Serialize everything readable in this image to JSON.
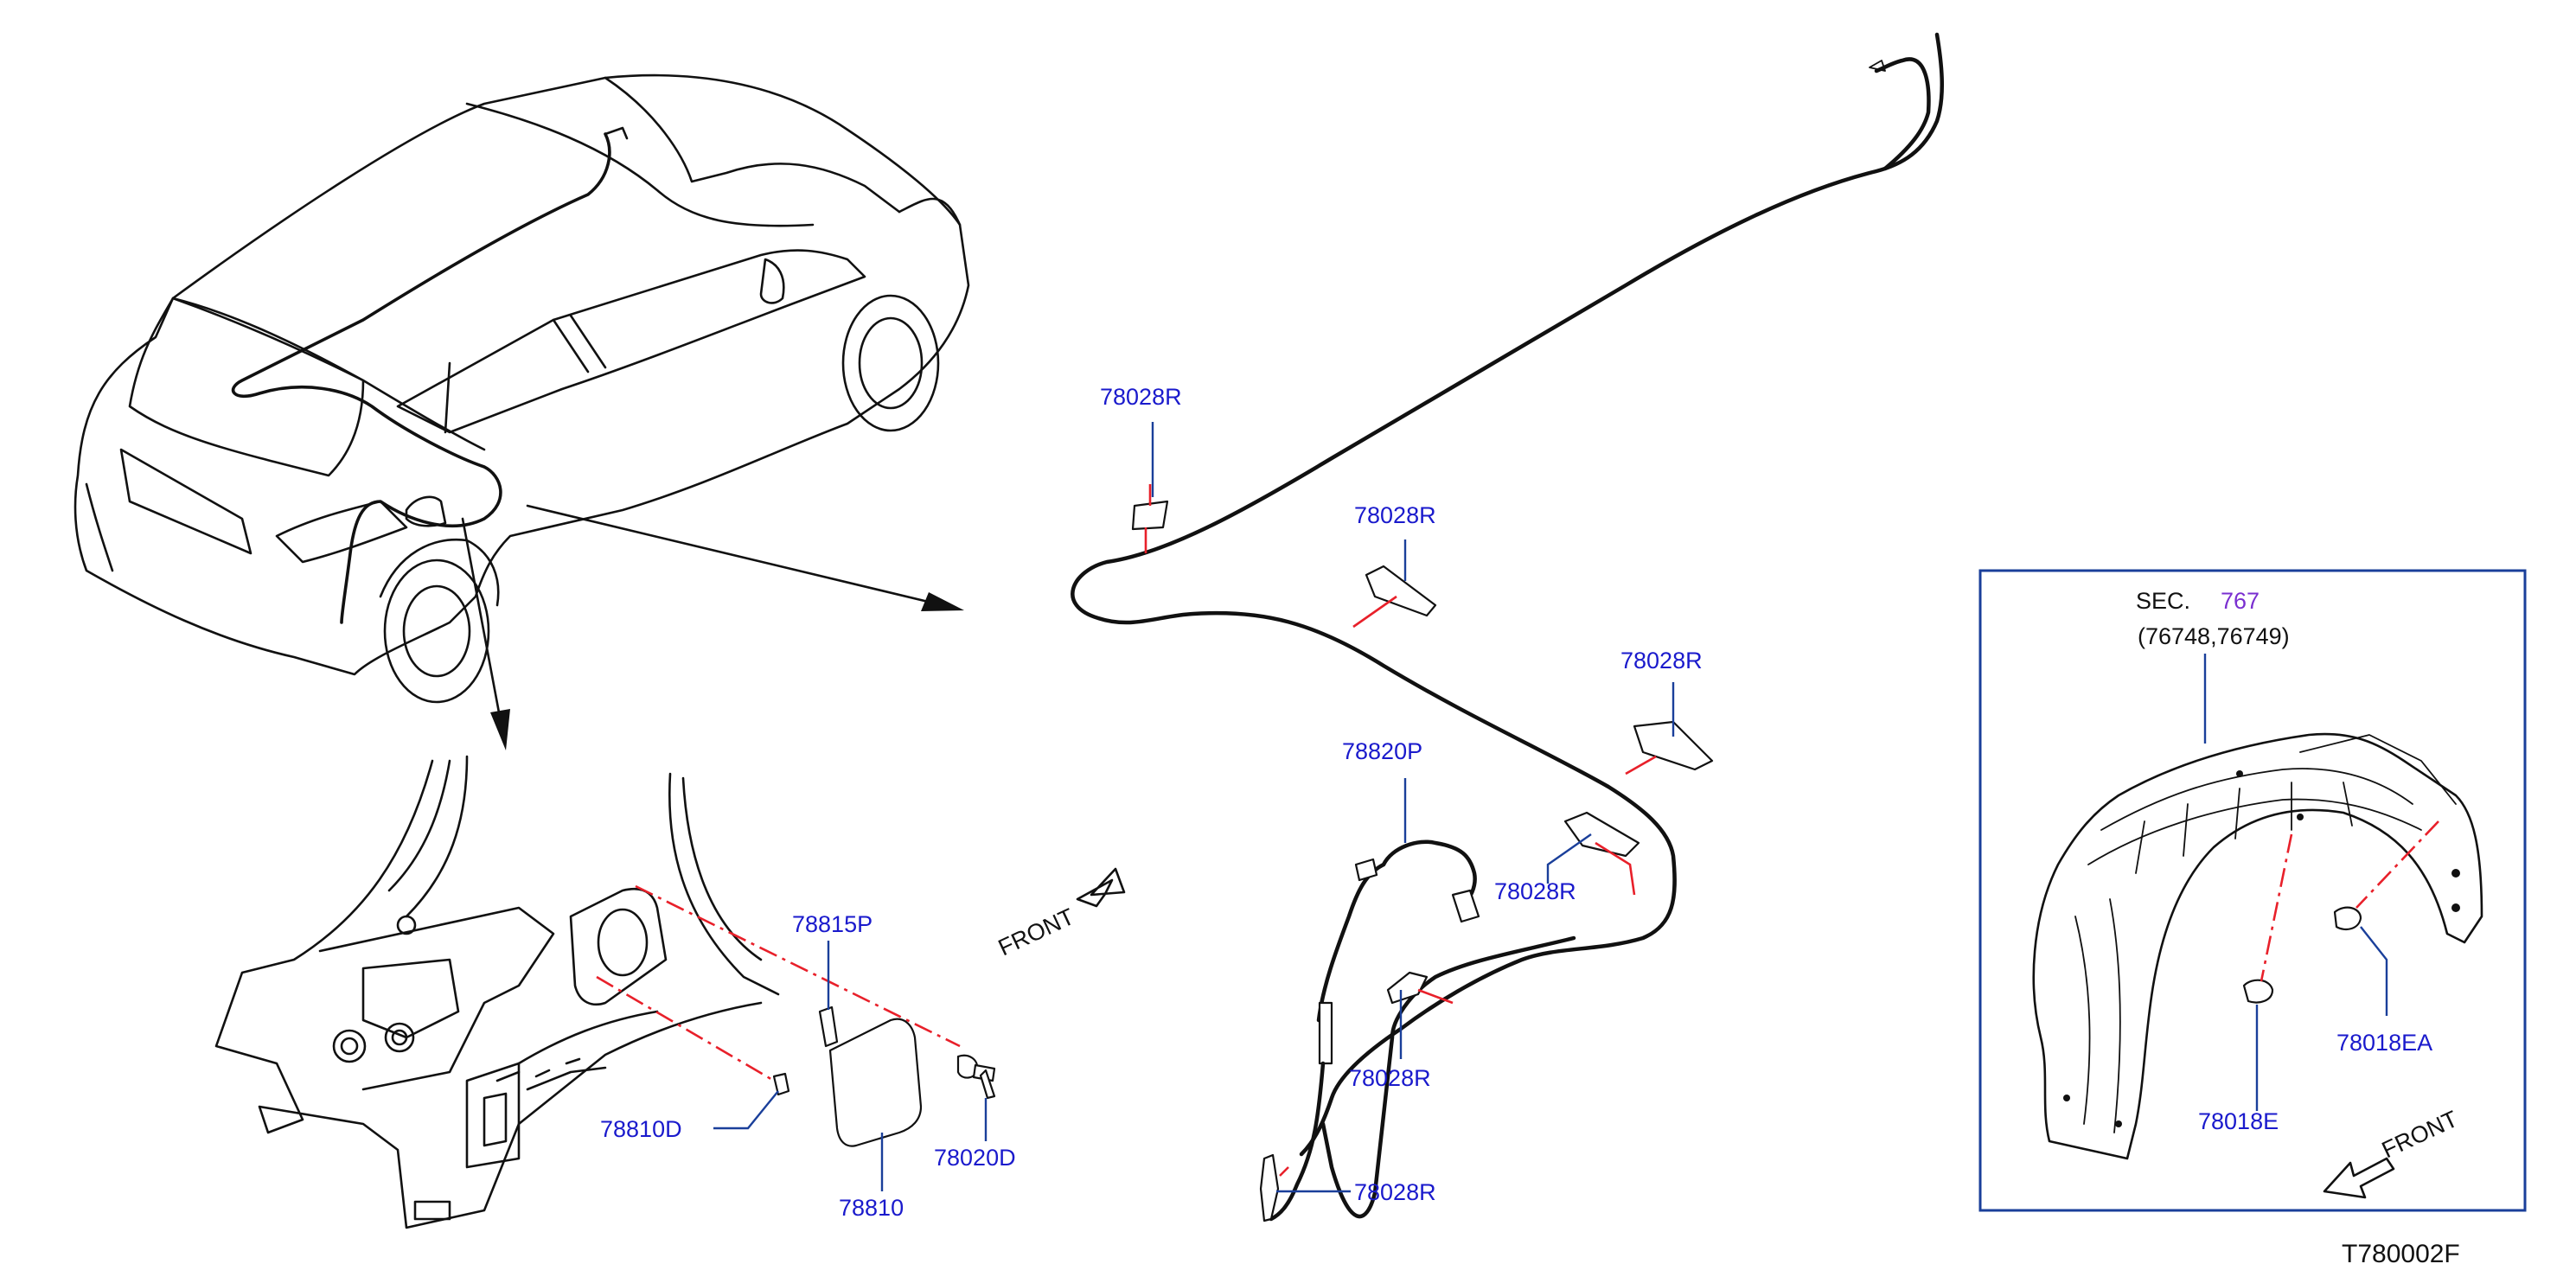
{
  "labels": {
    "p78028R_a": "78028R",
    "p78028R_b": "78028R",
    "p78028R_c": "78028R",
    "p78028R_d": "78028R",
    "p78028R_e": "78028R",
    "p78028R_f": "78028R",
    "p78820P": "78820P",
    "p78815P": "78815P",
    "p78810D": "78810D",
    "p78020D": "78020D",
    "p78810": "78810",
    "p78018E": "78018E",
    "p78018EA": "78018EA"
  },
  "front_labels": {
    "center": "FRONT",
    "inset": "FRONT"
  },
  "inset": {
    "sec_prefix": "SEC.",
    "sec_number": "767",
    "sec_parts": "(76748,76749)"
  },
  "diagram_code": "T780002F",
  "colors": {
    "label": "#1a1acc",
    "section_link": "#7a2fd0",
    "leader": "#1a3f9a",
    "attach_line": "#e8202a",
    "inset_border": "#1a3f9a",
    "drawing": "#111111"
  },
  "icons": [
    "front-direction-arrow-icon",
    "front-direction-arrow-icon"
  ]
}
